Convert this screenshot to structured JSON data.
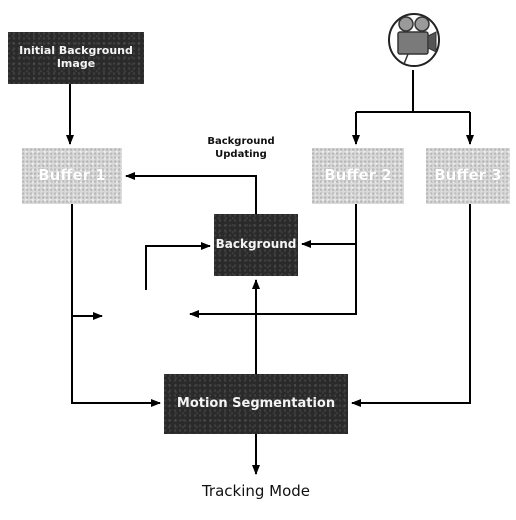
{
  "nodes": {
    "initial_background_image": "Initial Background Image",
    "buffer_1": "Buffer 1",
    "buffer_2": "Buffer 2",
    "buffer_3": "Buffer 3",
    "background": "Background",
    "motion_segmentation": "Motion Segmentation"
  },
  "labels": {
    "background_updating": "Background Updating",
    "tracking_mode": "Tracking Mode"
  },
  "icons": {
    "source": "video-camera-icon"
  },
  "colors": {
    "dark_block": "#2a2a2a",
    "light_block": "#d9d9d9",
    "wire": "#000000"
  }
}
